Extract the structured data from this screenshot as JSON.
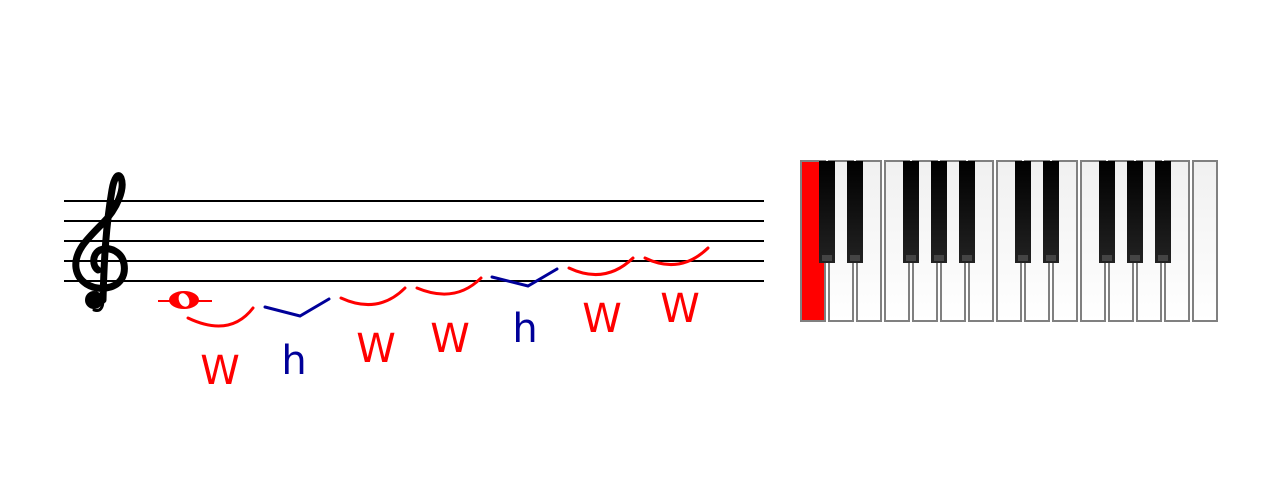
{
  "colors": {
    "whole_step": "#ff0000",
    "half_step": "#000099",
    "staff": "#000000",
    "active_key": "#ff0000"
  },
  "clef": "treble-clef",
  "steps": [
    {
      "label": "W",
      "kind": "whole"
    },
    {
      "label": "h",
      "kind": "half"
    },
    {
      "label": "W",
      "kind": "whole"
    },
    {
      "label": "W",
      "kind": "whole"
    },
    {
      "label": "h",
      "kind": "half"
    },
    {
      "label": "W",
      "kind": "whole"
    },
    {
      "label": "W",
      "kind": "whole"
    }
  ],
  "keyboard": {
    "white_keys": 15,
    "highlighted_white_key": 1
  }
}
